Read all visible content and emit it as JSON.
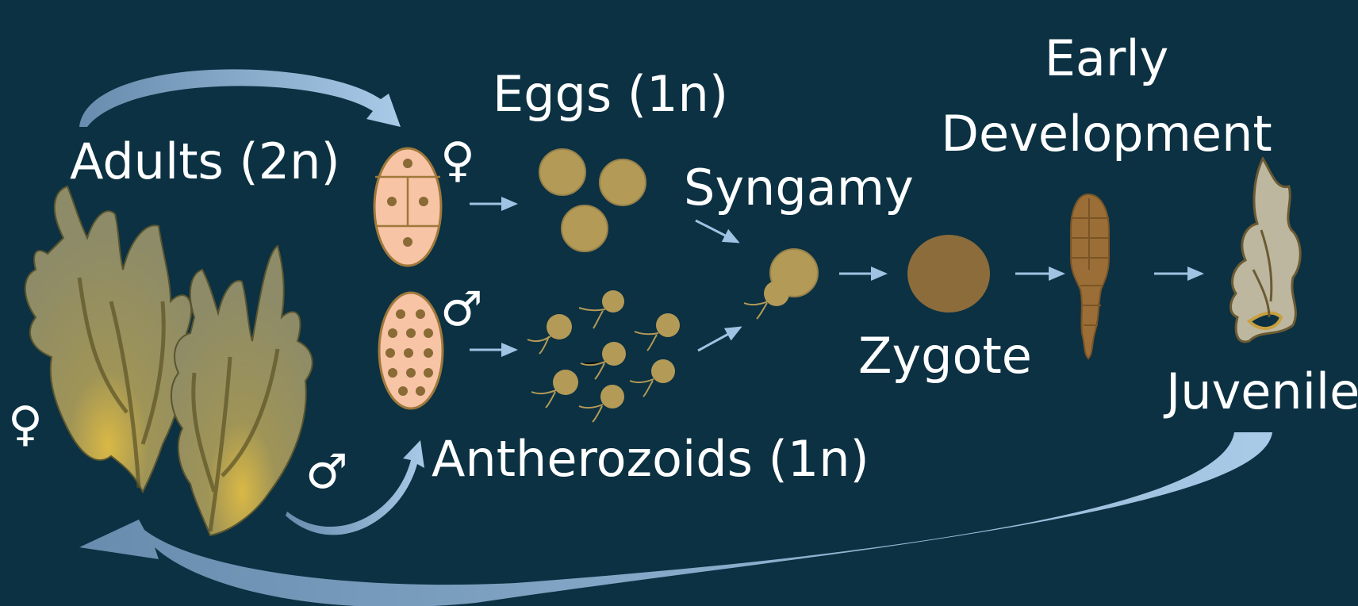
{
  "labels": {
    "adults": "Adults (2n)",
    "eggs": "Eggs (1n)",
    "antherozoids": "Antherozoids (1n)",
    "syngamy": "Syngamy",
    "zygote": "Zygote",
    "early_line1": "Early",
    "early_line2": "Development",
    "juvenile": "Juvenile"
  },
  "symbols": {
    "female": "♀",
    "male": "♂"
  },
  "colors": {
    "background": "#0b3142",
    "arrow": "#9fc3e3",
    "cell_brown": "#b39a56",
    "zygote_brown": "#8c6c3a",
    "receptacle_fill": "#f7c4a6",
    "receptacle_dot": "#8a6a35",
    "seaweed": "#8f8c63"
  }
}
